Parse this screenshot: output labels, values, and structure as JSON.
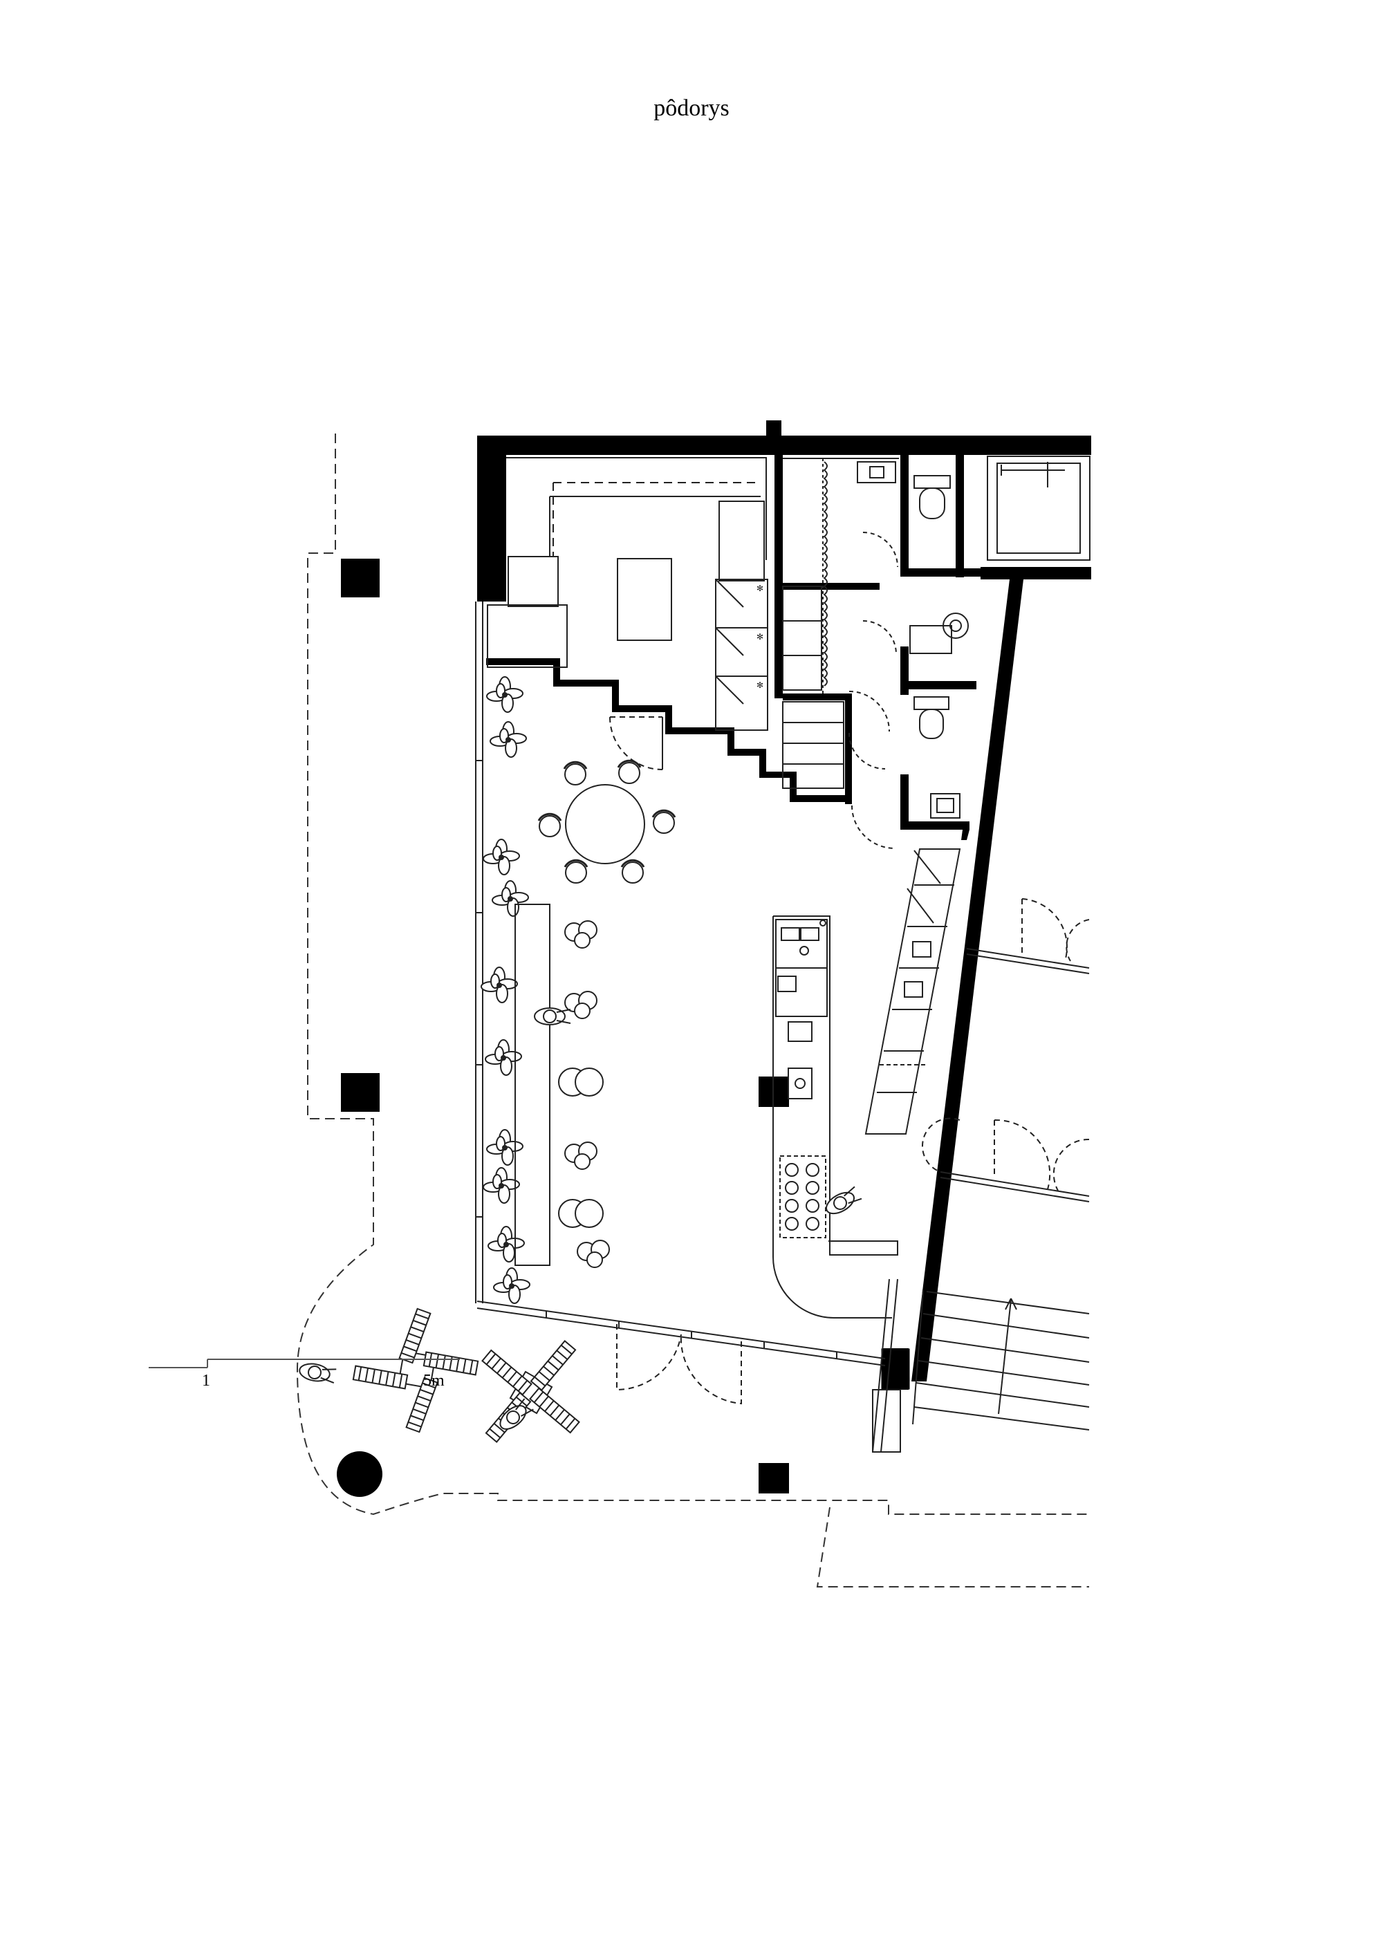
{
  "drawing": {
    "title": "pôdorys"
  },
  "scale_bar": {
    "label_start": "1",
    "label_end": "5m"
  },
  "colors": {
    "wall": "#000000",
    "line": "#333333",
    "background": "#ffffff"
  }
}
